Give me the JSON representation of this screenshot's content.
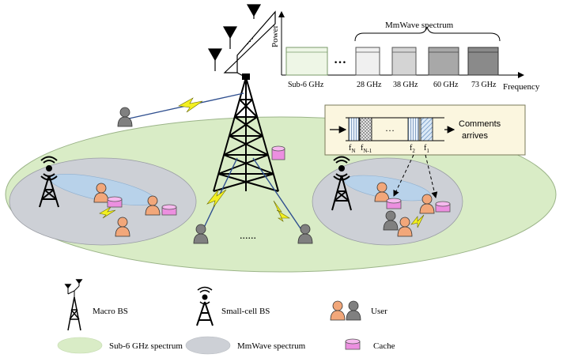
{
  "spectrum": {
    "power_label": "Power",
    "frequency_label": "Frequency",
    "mmwave_label": "MmWave spectrum",
    "ellipsis": "…",
    "bands": [
      {
        "label": "Sub-6 GHz",
        "color": "#eef6e6"
      },
      {
        "label": "28 GHz",
        "color": "#f0f0f0"
      },
      {
        "label": "38 GHz",
        "color": "#d4d4d4"
      },
      {
        "label": "60 GHz",
        "color": "#a8a8a8"
      },
      {
        "label": "73 GHz",
        "color": "#8a8a8a"
      }
    ]
  },
  "queue": {
    "label_line1": "Comments",
    "label_line2": "arrives",
    "dots": "…",
    "f_n": "f",
    "f_n_sub": "N",
    "f_n1": "f",
    "f_n1_sub": "N-1",
    "f_2": "f",
    "f_2_sub": "2",
    "f_1": "f",
    "f_1_sub": "1"
  },
  "users_dots": "......",
  "legend": {
    "macro_bs": "Macro BS",
    "small_cell_bs": "Small-cell BS",
    "user": "User",
    "sub6_spectrum": "Sub-6 GHz spectrum",
    "mmwave_spectrum": "MmWave spectrum",
    "cache": "Cache"
  },
  "colors": {
    "sub6_area": "#d9ecc6",
    "mmwave_area": "#cdd0d6",
    "small_beam": "#b8d2ea",
    "cache": "#ec8fe0",
    "user_orange": "#f2a77a",
    "user_gray": "#808080",
    "link_blue": "#2f4f8f",
    "bolt": "#f3f020",
    "queue_box": "#fbf6df"
  }
}
